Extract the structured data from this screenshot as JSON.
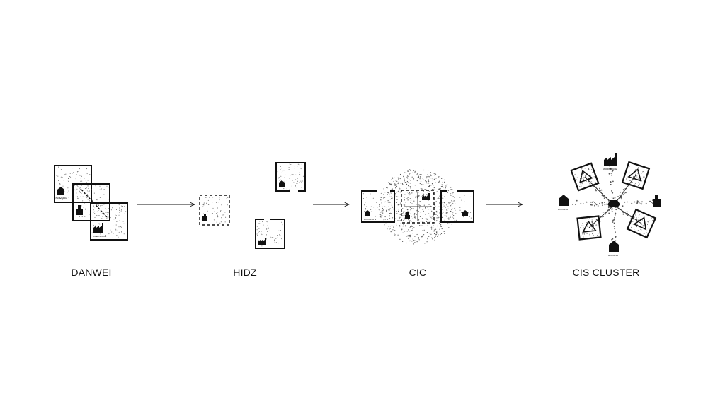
{
  "colors": {
    "ink": "#111111",
    "background": "#ffffff",
    "stipple": "#555555"
  },
  "stages": [
    {
      "id": "danwei",
      "label": "DANWEI"
    },
    {
      "id": "hidz",
      "label": "HIDZ"
    },
    {
      "id": "cic",
      "label": "CIC"
    },
    {
      "id": "cis-cluster",
      "label": "CIS CLUSTER"
    }
  ],
  "tiny_labels": {
    "housing": "HOUSING",
    "workspace": "WORKSPACE"
  },
  "icons": [
    "house-icon",
    "factory-icon",
    "office-tower-icon",
    "arrow-icon"
  ]
}
